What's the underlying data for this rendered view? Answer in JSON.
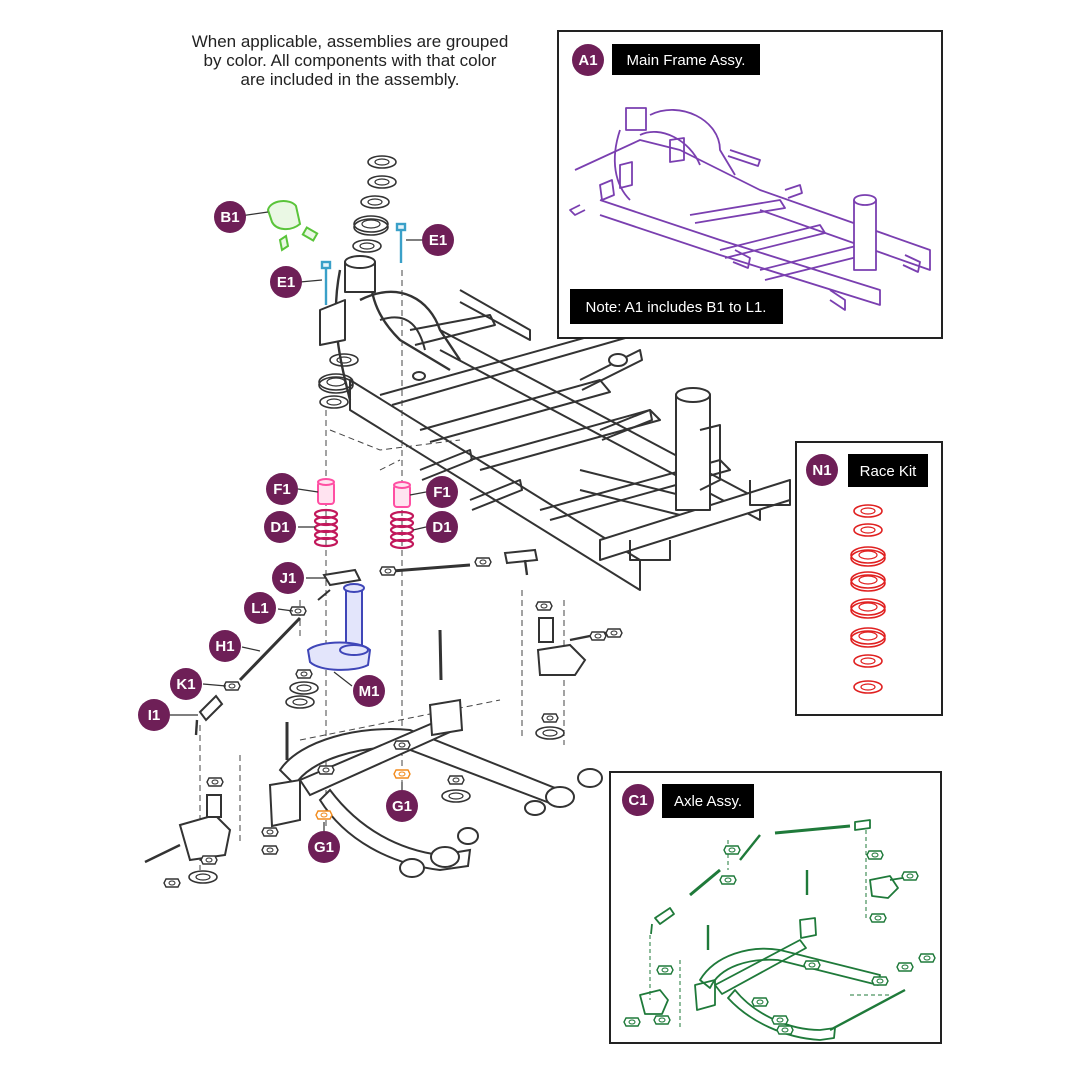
{
  "note": {
    "line1": "When applicable, assemblies are grouped",
    "line2": "by color. All components with that color",
    "line3": "are included in the assembly."
  },
  "badges": {
    "b1": "B1",
    "e1_right": "E1",
    "e1_left": "E1",
    "f1_left": "F1",
    "f1_right": "F1",
    "d1_left": "D1",
    "d1_right": "D1",
    "j1": "J1",
    "l1": "L1",
    "h1": "H1",
    "k1": "K1",
    "i1": "I1",
    "m1": "M1",
    "g1_right": "G1",
    "g1_left": "G1"
  },
  "inset_main": {
    "badge": "A1",
    "title": "Main Frame Assy.",
    "footnote": "Note: A1 includes B1 to L1."
  },
  "inset_race": {
    "badge": "N1",
    "title": "Race Kit"
  },
  "inset_axle": {
    "badge": "C1",
    "title": "Axle Assy."
  },
  "colors": {
    "badge": "#6e1f57",
    "frame_line": "#333333",
    "main_frame": "#7a3fb0",
    "race_kit": "#e02020",
    "axle": "#1f7a3a",
    "spring": "#c2185b",
    "bumper": "#ff4fa3",
    "bolt": "#3aa0c8",
    "steering": "#3f46b8",
    "nut_orange": "#f28c1e",
    "cap_green": "#5ac43a"
  }
}
